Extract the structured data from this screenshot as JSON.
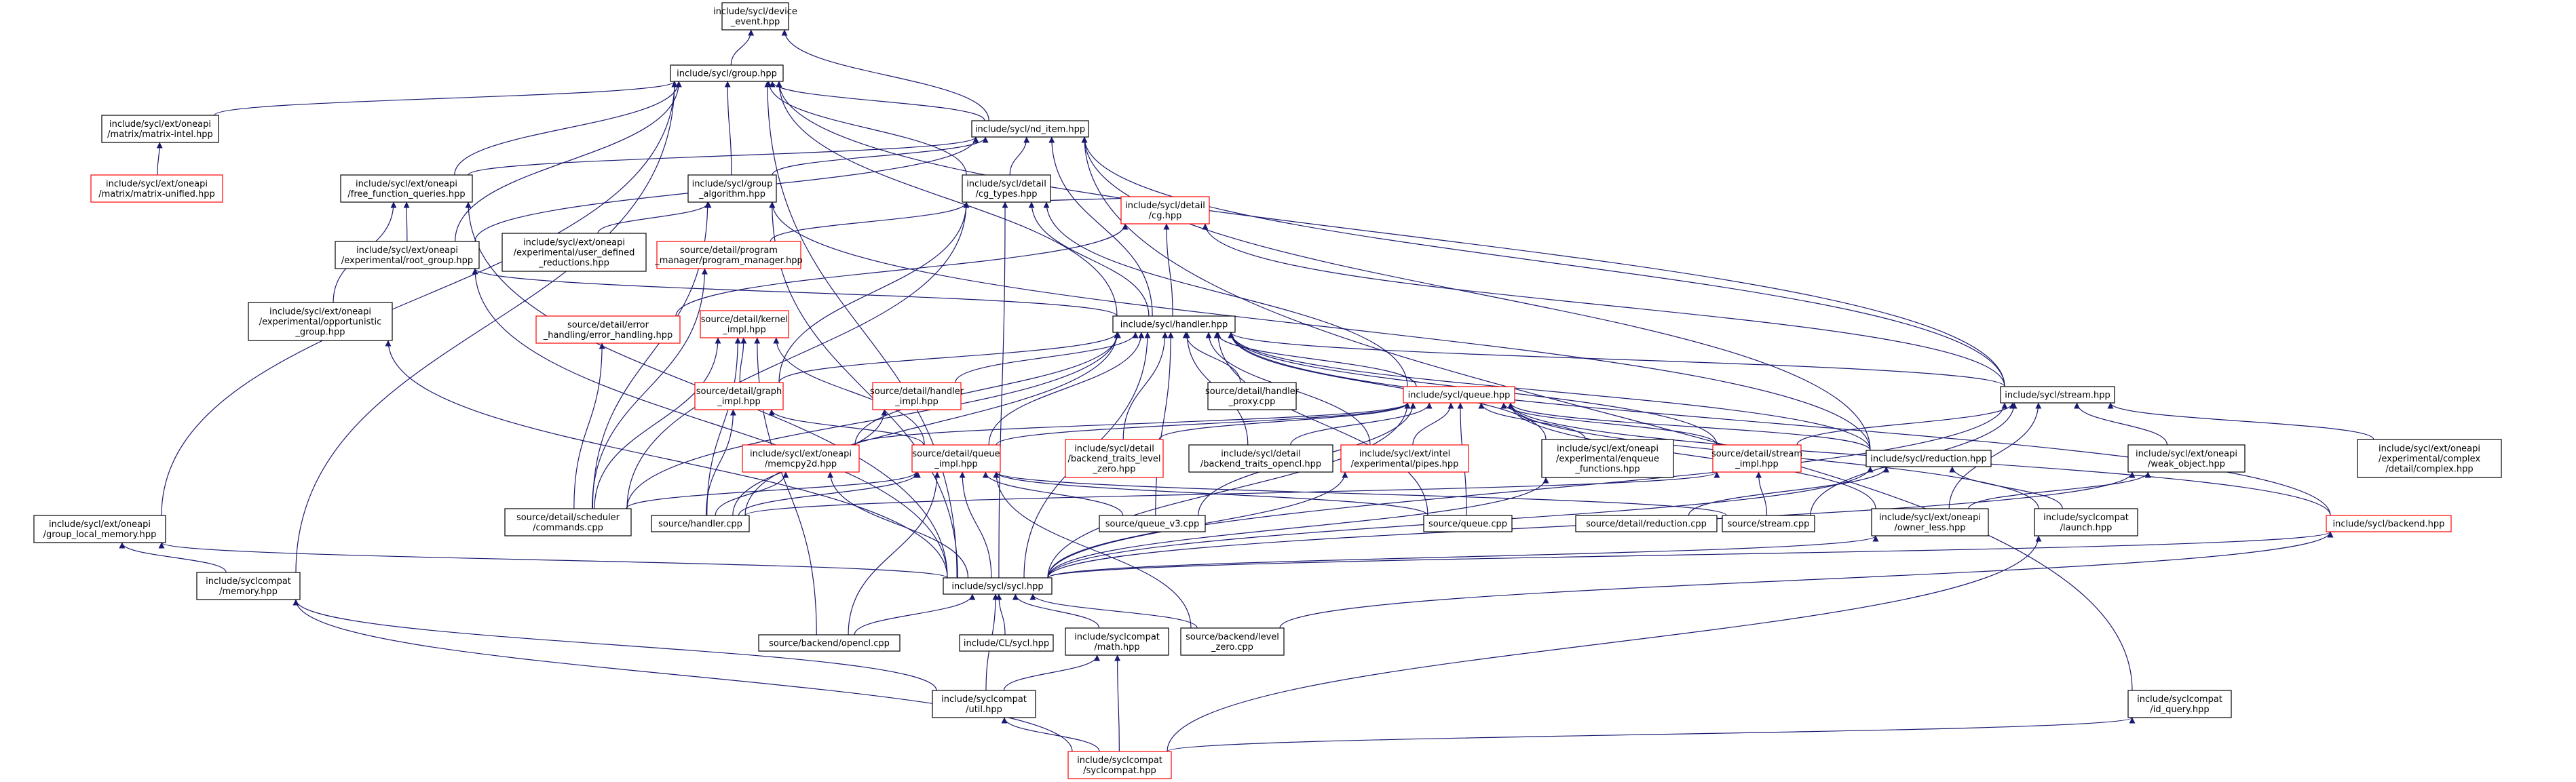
{
  "graph": {
    "colors": {
      "edge": "#191970",
      "box_border_default": "#000000",
      "box_border_red": "#ff0000",
      "box_root_fill": "#bfbfbf",
      "box_fill": "#ffffff"
    },
    "root_node": "device_event",
    "nodes": {
      "device_event": {
        "lines": [
          "include/sycl/device",
          "_event.hpp"
        ],
        "color": "root"
      },
      "group": {
        "lines": [
          "include/sycl/group.hpp"
        ],
        "color": "black"
      },
      "nd_item": {
        "lines": [
          "include/sycl/nd_item.hpp"
        ],
        "color": "black"
      },
      "matrix_intel": {
        "lines": [
          "include/sycl/ext/oneapi",
          "/matrix/matrix-intel.hpp"
        ],
        "color": "black"
      },
      "matrix_unified": {
        "lines": [
          "include/sycl/ext/oneapi",
          "/matrix/matrix-unified.hpp"
        ],
        "color": "red"
      },
      "free_function_queries": {
        "lines": [
          "include/sycl/ext/oneapi",
          "/free_function_queries.hpp"
        ],
        "color": "black"
      },
      "group_algorithm": {
        "lines": [
          "include/sycl/group",
          "_algorithm.hpp"
        ],
        "color": "black"
      },
      "cg_types": {
        "lines": [
          "include/sycl/detail",
          "/cg_types.hpp"
        ],
        "color": "black"
      },
      "root_group": {
        "lines": [
          "include/sycl/ext/oneapi",
          "/experimental/root_group.hpp"
        ],
        "color": "black"
      },
      "user_defined_reductions": {
        "lines": [
          "include/sycl/ext/oneapi",
          "/experimental/user_defined",
          "_reductions.hpp"
        ],
        "color": "black"
      },
      "program_manager": {
        "lines": [
          "source/detail/program",
          "_manager/program_manager.hpp"
        ],
        "color": "red"
      },
      "cg": {
        "lines": [
          "include/sycl/detail",
          "/cg.hpp"
        ],
        "color": "red"
      },
      "opportunistic_group": {
        "lines": [
          "include/sycl/ext/oneapi",
          "/experimental/opportunistic",
          "_group.hpp"
        ],
        "color": "black"
      },
      "error_handling": {
        "lines": [
          "source/detail/error",
          "_handling/error_handling.hpp"
        ],
        "color": "red"
      },
      "kernel_impl": {
        "lines": [
          "source/detail/kernel",
          "_impl.hpp"
        ],
        "color": "red"
      },
      "handler_hpp": {
        "lines": [
          "include/sycl/handler.hpp"
        ],
        "color": "black"
      },
      "graph_impl": {
        "lines": [
          "source/detail/graph",
          "_impl.hpp"
        ],
        "color": "red"
      },
      "handler_impl": {
        "lines": [
          "source/detail/handler",
          "_impl.hpp"
        ],
        "color": "red"
      },
      "handler_proxy": {
        "lines": [
          "source/detail/handler",
          "_proxy.cpp"
        ],
        "color": "black"
      },
      "queue_hpp": {
        "lines": [
          "include/sycl/queue.hpp"
        ],
        "color": "red"
      },
      "stream_hpp": {
        "lines": [
          "include/sycl/stream.hpp"
        ],
        "color": "black"
      },
      "memcpy2d": {
        "lines": [
          "include/sycl/ext/oneapi",
          "/memcpy2d.hpp"
        ],
        "color": "red"
      },
      "queue_impl": {
        "lines": [
          "source/detail/queue",
          "_impl.hpp"
        ],
        "color": "red"
      },
      "backend_traits_level_zero": {
        "lines": [
          "include/sycl/detail",
          "/backend_traits_level",
          "_zero.hpp"
        ],
        "color": "red"
      },
      "backend_traits_opencl": {
        "lines": [
          "include/sycl/detail",
          "/backend_traits_opencl.hpp"
        ],
        "color": "black"
      },
      "pipes": {
        "lines": [
          "include/sycl/ext/intel",
          "/experimental/pipes.hpp"
        ],
        "color": "red"
      },
      "enqueue_functions": {
        "lines": [
          "include/sycl/ext/oneapi",
          "/experimental/enqueue",
          "_functions.hpp"
        ],
        "color": "black"
      },
      "stream_impl": {
        "lines": [
          "source/detail/stream",
          "_impl.hpp"
        ],
        "color": "red"
      },
      "reduction_hpp": {
        "lines": [
          "include/sycl/reduction.hpp"
        ],
        "color": "black"
      },
      "weak_object": {
        "lines": [
          "include/sycl/ext/oneapi",
          "/weak_object.hpp"
        ],
        "color": "black"
      },
      "complex": {
        "lines": [
          "include/sycl/ext/oneapi",
          "/experimental/complex",
          "/detail/complex.hpp"
        ],
        "color": "black"
      },
      "group_local_memory": {
        "lines": [
          "include/sycl/ext/oneapi",
          "/group_local_memory.hpp"
        ],
        "color": "black"
      },
      "commands_cpp": {
        "lines": [
          "source/detail/scheduler",
          "/commands.cpp"
        ],
        "color": "black"
      },
      "handler_cpp": {
        "lines": [
          "source/handler.cpp"
        ],
        "color": "black"
      },
      "queue_v3": {
        "lines": [
          "source/queue_v3.cpp"
        ],
        "color": "black"
      },
      "queue_cpp": {
        "lines": [
          "source/queue.cpp"
        ],
        "color": "black"
      },
      "reduction_cpp": {
        "lines": [
          "source/detail/reduction.cpp"
        ],
        "color": "black"
      },
      "stream_cpp": {
        "lines": [
          "source/stream.cpp"
        ],
        "color": "black"
      },
      "owner_less": {
        "lines": [
          "include/sycl/ext/oneapi",
          "/owner_less.hpp"
        ],
        "color": "black"
      },
      "launch": {
        "lines": [
          "include/syclcompat",
          "/launch.hpp"
        ],
        "color": "black"
      },
      "backend_hpp": {
        "lines": [
          "include/sycl/backend.hpp"
        ],
        "color": "red"
      },
      "compat_memory": {
        "lines": [
          "include/syclcompat",
          "/memory.hpp"
        ],
        "color": "black"
      },
      "sycl_hpp": {
        "lines": [
          "include/sycl/sycl.hpp"
        ],
        "color": "black"
      },
      "opencl_cpp": {
        "lines": [
          "source/backend/opencl.cpp"
        ],
        "color": "black"
      },
      "cl_sycl": {
        "lines": [
          "include/CL/sycl.hpp"
        ],
        "color": "black"
      },
      "compat_math": {
        "lines": [
          "include/syclcompat",
          "/math.hpp"
        ],
        "color": "black"
      },
      "level_zero_cpp": {
        "lines": [
          "source/backend/level",
          "_zero.cpp"
        ],
        "color": "black"
      },
      "compat_util": {
        "lines": [
          "include/syclcompat",
          "/util.hpp"
        ],
        "color": "black"
      },
      "id_query": {
        "lines": [
          "include/syclcompat",
          "/id_query.hpp"
        ],
        "color": "black"
      },
      "syclcompat_hpp": {
        "lines": [
          "include/syclcompat",
          "/syclcompat.hpp"
        ],
        "color": "red"
      }
    },
    "edges": [
      [
        "group",
        "device_event"
      ],
      [
        "nd_item",
        "device_event"
      ],
      [
        "nd_item",
        "group"
      ],
      [
        "matrix_intel",
        "group"
      ],
      [
        "free_function_queries",
        "group"
      ],
      [
        "group_algorithm",
        "group"
      ],
      [
        "cg_types",
        "group"
      ],
      [
        "root_group",
        "group"
      ],
      [
        "handler_hpp",
        "group"
      ],
      [
        "stream_hpp",
        "group"
      ],
      [
        "group_local_memory",
        "group"
      ],
      [
        "compat_memory",
        "group"
      ],
      [
        "sycl_hpp",
        "group"
      ],
      [
        "matrix_unified",
        "matrix_intel"
      ],
      [
        "free_function_queries",
        "nd_item"
      ],
      [
        "group_algorithm",
        "nd_item"
      ],
      [
        "cg_types",
        "nd_item"
      ],
      [
        "root_group",
        "nd_item"
      ],
      [
        "handler_hpp",
        "nd_item"
      ],
      [
        "stream_hpp",
        "nd_item"
      ],
      [
        "reduction_hpp",
        "nd_item"
      ],
      [
        "id_query",
        "nd_item"
      ],
      [
        "root_group",
        "free_function_queries"
      ],
      [
        "opportunistic_group",
        "free_function_queries"
      ],
      [
        "sycl_hpp",
        "free_function_queries"
      ],
      [
        "user_defined_reductions",
        "group_algorithm"
      ],
      [
        "commands_cpp",
        "group_algorithm"
      ],
      [
        "reduction_hpp",
        "group_algorithm"
      ],
      [
        "sycl_hpp",
        "group_algorithm"
      ],
      [
        "program_manager",
        "cg_types"
      ],
      [
        "cg",
        "cg_types"
      ],
      [
        "handler_hpp",
        "cg_types"
      ],
      [
        "graph_impl",
        "cg_types"
      ],
      [
        "queue_hpp",
        "cg_types"
      ],
      [
        "commands_cpp",
        "cg_types"
      ],
      [
        "sycl_hpp",
        "cg_types"
      ],
      [
        "handler_hpp",
        "root_group"
      ],
      [
        "sycl_hpp",
        "root_group"
      ],
      [
        "commands_cpp",
        "program_manager"
      ],
      [
        "error_handling",
        "cg"
      ],
      [
        "handler_hpp",
        "cg"
      ],
      [
        "stream_hpp",
        "cg"
      ],
      [
        "sycl_hpp",
        "opportunistic_group"
      ],
      [
        "commands_cpp",
        "error_handling"
      ],
      [
        "graph_impl",
        "kernel_impl"
      ],
      [
        "commands_cpp",
        "kernel_impl"
      ],
      [
        "handler_cpp",
        "kernel_impl"
      ],
      [
        "opencl_cpp",
        "kernel_impl"
      ],
      [
        "queue_impl",
        "kernel_impl"
      ],
      [
        "graph_impl",
        "handler_hpp"
      ],
      [
        "handler_impl",
        "handler_hpp"
      ],
      [
        "handler_proxy",
        "handler_hpp"
      ],
      [
        "queue_hpp",
        "handler_hpp"
      ],
      [
        "stream_hpp",
        "handler_hpp"
      ],
      [
        "memcpy2d",
        "handler_hpp"
      ],
      [
        "queue_impl",
        "handler_hpp"
      ],
      [
        "backend_traits_level_zero",
        "handler_hpp"
      ],
      [
        "backend_traits_opencl",
        "handler_hpp"
      ],
      [
        "pipes",
        "handler_hpp"
      ],
      [
        "enqueue_functions",
        "handler_hpp"
      ],
      [
        "stream_impl",
        "handler_hpp"
      ],
      [
        "reduction_hpp",
        "handler_hpp"
      ],
      [
        "backend_hpp",
        "handler_hpp"
      ],
      [
        "commands_cpp",
        "handler_hpp"
      ],
      [
        "handler_cpp",
        "handler_hpp"
      ],
      [
        "queue_v3",
        "handler_hpp"
      ],
      [
        "queue_cpp",
        "handler_hpp"
      ],
      [
        "sycl_hpp",
        "handler_hpp"
      ],
      [
        "handler_cpp",
        "graph_impl"
      ],
      [
        "queue_impl",
        "graph_impl"
      ],
      [
        "handler_cpp",
        "handler_impl"
      ],
      [
        "memcpy2d",
        "queue_hpp"
      ],
      [
        "queue_impl",
        "queue_hpp"
      ],
      [
        "backend_traits_level_zero",
        "queue_hpp"
      ],
      [
        "backend_traits_opencl",
        "queue_hpp"
      ],
      [
        "pipes",
        "queue_hpp"
      ],
      [
        "enqueue_functions",
        "queue_hpp"
      ],
      [
        "stream_impl",
        "queue_hpp"
      ],
      [
        "reduction_hpp",
        "queue_hpp"
      ],
      [
        "owner_less",
        "queue_hpp"
      ],
      [
        "launch",
        "queue_hpp"
      ],
      [
        "backend_hpp",
        "queue_hpp"
      ],
      [
        "queue_v3",
        "queue_hpp"
      ],
      [
        "queue_cpp",
        "queue_hpp"
      ],
      [
        "sycl_hpp",
        "queue_hpp"
      ],
      [
        "stream_impl",
        "stream_hpp"
      ],
      [
        "weak_object",
        "stream_hpp"
      ],
      [
        "complex",
        "stream_hpp"
      ],
      [
        "owner_less",
        "stream_hpp"
      ],
      [
        "stream_cpp",
        "stream_hpp"
      ],
      [
        "sycl_hpp",
        "stream_hpp"
      ],
      [
        "handler_cpp",
        "memcpy2d"
      ],
      [
        "sycl_hpp",
        "memcpy2d"
      ],
      [
        "commands_cpp",
        "queue_impl"
      ],
      [
        "handler_cpp",
        "queue_impl"
      ],
      [
        "queue_v3",
        "queue_impl"
      ],
      [
        "queue_cpp",
        "queue_impl"
      ],
      [
        "stream_cpp",
        "queue_impl"
      ],
      [
        "opencl_cpp",
        "queue_impl"
      ],
      [
        "level_zero_cpp",
        "queue_impl"
      ],
      [
        "sycl_hpp",
        "queue_impl"
      ],
      [
        "sycl_hpp",
        "pipes"
      ],
      [
        "sycl_hpp",
        "enqueue_functions"
      ],
      [
        "stream_cpp",
        "stream_impl"
      ],
      [
        "handler_cpp",
        "stream_impl"
      ],
      [
        "reduction_cpp",
        "reduction_hpp"
      ],
      [
        "launch",
        "reduction_hpp"
      ],
      [
        "sycl_hpp",
        "reduction_hpp"
      ],
      [
        "owner_less",
        "weak_object"
      ],
      [
        "sycl_hpp",
        "weak_object"
      ],
      [
        "sycl_hpp",
        "owner_less"
      ],
      [
        "syclcompat_hpp",
        "launch"
      ],
      [
        "sycl_hpp",
        "backend_hpp"
      ],
      [
        "level_zero_cpp",
        "backend_hpp"
      ],
      [
        "compat_memory",
        "group_local_memory"
      ],
      [
        "sycl_hpp",
        "group_local_memory"
      ],
      [
        "syclcompat_hpp",
        "compat_memory"
      ],
      [
        "compat_util",
        "compat_memory"
      ],
      [
        "opencl_cpp",
        "sycl_hpp"
      ],
      [
        "cl_sycl",
        "sycl_hpp"
      ],
      [
        "compat_math",
        "sycl_hpp"
      ],
      [
        "level_zero_cpp",
        "sycl_hpp"
      ],
      [
        "compat_util",
        "sycl_hpp"
      ],
      [
        "compat_util",
        "compat_math"
      ],
      [
        "syclcompat_hpp",
        "compat_math"
      ],
      [
        "syclcompat_hpp",
        "compat_util"
      ],
      [
        "syclcompat_hpp",
        "id_query"
      ]
    ]
  }
}
